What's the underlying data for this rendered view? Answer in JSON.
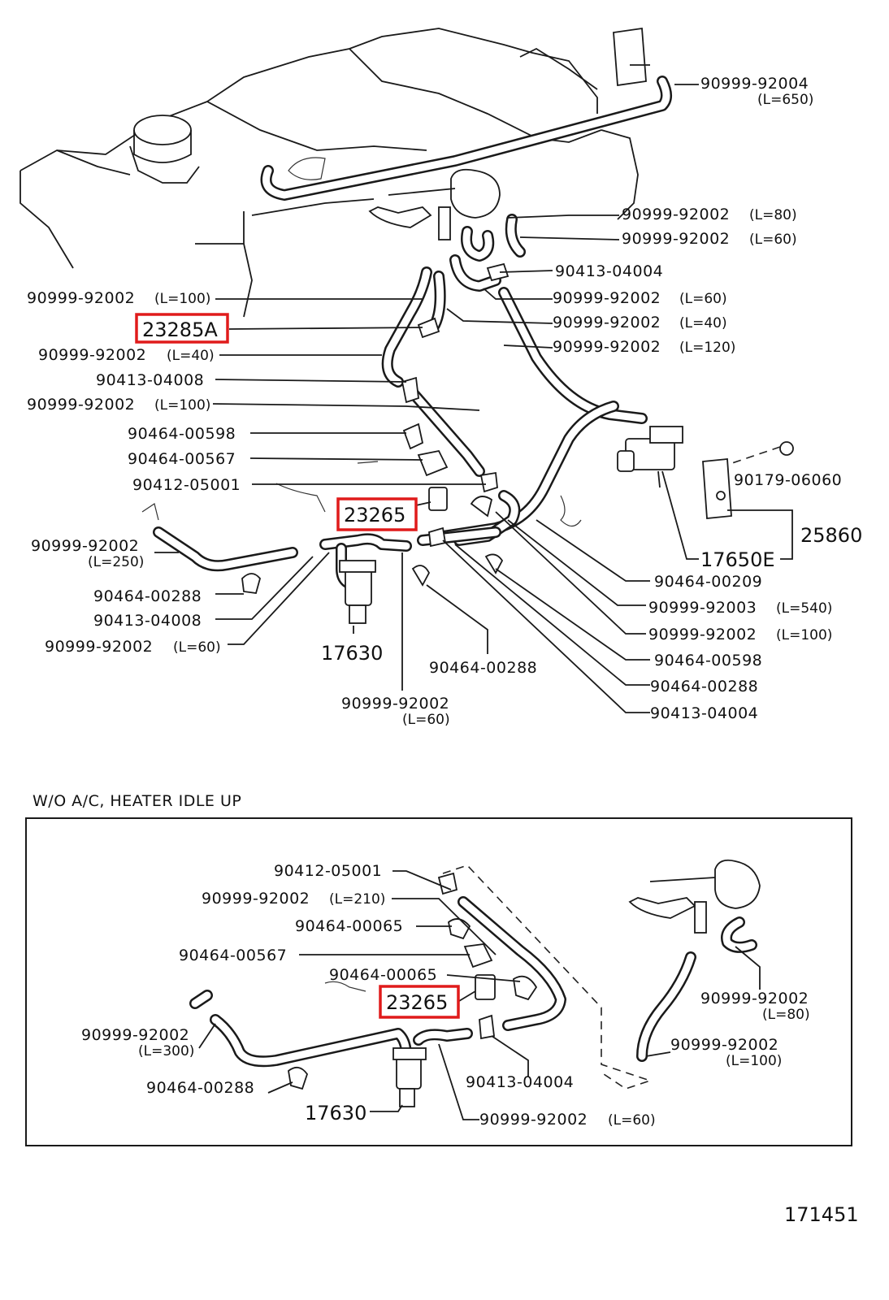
{
  "diagram": {
    "main_labels": [
      {
        "code": "90999-92004",
        "len": "(L=650)"
      },
      {
        "code": "90999-92002",
        "len": "(L=80)"
      },
      {
        "code": "90999-92002",
        "len": "(L=60)"
      },
      {
        "code": "90413-04004",
        "len": ""
      },
      {
        "code": "90999-92002",
        "len": "(L=60)"
      },
      {
        "code": "90999-92002",
        "len": "(L=40)"
      },
      {
        "code": "90999-92002",
        "len": "(L=120)"
      },
      {
        "code": "90999-92002",
        "len": "(L=100)"
      },
      {
        "code": "23285A",
        "len": ""
      },
      {
        "code": "90999-92002",
        "len": "(L=40)"
      },
      {
        "code": "90413-04008",
        "len": ""
      },
      {
        "code": "90999-92002",
        "len": "(L=100)"
      },
      {
        "code": "90464-00598",
        "len": ""
      },
      {
        "code": "90464-00567",
        "len": ""
      },
      {
        "code": "90412-05001",
        "len": ""
      },
      {
        "code": "23265",
        "len": ""
      },
      {
        "code": "90179-06060",
        "len": ""
      },
      {
        "code": "25860",
        "len": ""
      },
      {
        "code": "17650E",
        "len": ""
      },
      {
        "code": "90999-92002",
        "len": "(L=250)"
      },
      {
        "code": "90464-00288",
        "len": ""
      },
      {
        "code": "90413-04008",
        "len": ""
      },
      {
        "code": "90999-92002",
        "len": "(L=60)"
      },
      {
        "code": "17630",
        "len": ""
      },
      {
        "code": "90464-00288",
        "len": ""
      },
      {
        "code": "90999-92002",
        "len": "(L=60)"
      },
      {
        "code": "90464-00209",
        "len": ""
      },
      {
        "code": "90999-92003",
        "len": "(L=540)"
      },
      {
        "code": "90999-92002",
        "len": "(L=100)"
      },
      {
        "code": "90464-00598",
        "len": ""
      },
      {
        "code": "90464-00288",
        "len": ""
      },
      {
        "code": "90413-04004",
        "len": ""
      }
    ],
    "inset_title": "W/O A/C, HEATER IDLE UP",
    "inset_labels": [
      {
        "code": "90412-05001",
        "len": ""
      },
      {
        "code": "90999-92002",
        "len": "(L=210)"
      },
      {
        "code": "90464-00065",
        "len": ""
      },
      {
        "code": "90464-00567",
        "len": ""
      },
      {
        "code": "90464-00065",
        "len": ""
      },
      {
        "code": "23265",
        "len": ""
      },
      {
        "code": "90999-92002",
        "len": "(L=80)"
      },
      {
        "code": "90999-92002",
        "len": "(L=300)"
      },
      {
        "code": "90999-92002",
        "len": "(L=100)"
      },
      {
        "code": "90413-04004",
        "len": ""
      },
      {
        "code": "90464-00288",
        "len": ""
      },
      {
        "code": "17630",
        "len": ""
      },
      {
        "code": "90999-92002",
        "len": "(L=60)"
      }
    ],
    "highlight_color": "#e01b1b",
    "figure_number": "171451"
  }
}
